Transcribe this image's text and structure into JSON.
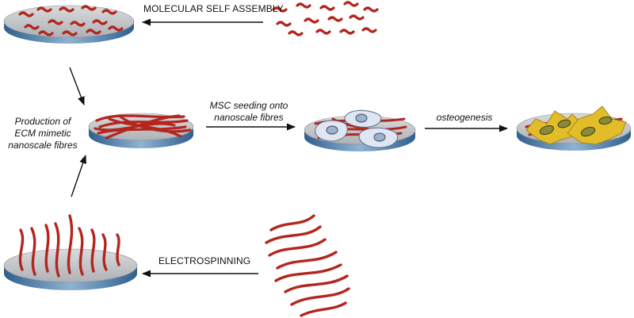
{
  "labels": {
    "molecular_self_assembly": "MOLECULAR SELF ASSEMBLY",
    "electrospinning": "ELECTROSPINNING",
    "production_line1": "Production of",
    "production_line2": "ECM mimetic",
    "production_line3": "nanoscale fibres",
    "msc_line1": "MSC seeding onto",
    "msc_line2": "nanoscale fibres",
    "osteogenesis": "osteogenesis"
  },
  "colors": {
    "fibre": "#b3261e",
    "disc_top": "#c9cbce",
    "disc_edge": "#4f7fa8",
    "cell_fill": "#dfe6f1",
    "cell_stroke": "#5a6f8e",
    "nucleus": "#9fb2cc",
    "osteo_cell": "#e2bd2a",
    "osteo_nucleus": "#8a8a38",
    "arrow": "#111111"
  }
}
